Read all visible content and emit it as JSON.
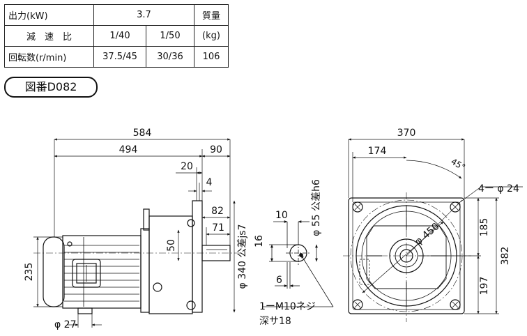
{
  "spec_table": {
    "row1": {
      "label": "出力(kW)",
      "value": "3.7",
      "mass_label": "質量"
    },
    "row2": {
      "label": "減　速　比",
      "ratio_a": "1/40",
      "ratio_b": "1/50",
      "mass_unit": "(kg)"
    },
    "row3": {
      "label": "回転数(r/min)",
      "speed_a": "37.5/45",
      "speed_b": "30/36",
      "mass_value": "106"
    }
  },
  "drawing_number": "図番D082",
  "side_view": {
    "overall_length": "584",
    "length_494": "494",
    "length_90": "90",
    "dim_20": "20",
    "dim_4": "4",
    "dim_82": "82",
    "dim_71": "71",
    "dim_50": "50",
    "height_235": "235",
    "flange_dia": "φ 340 公差js7",
    "dia_27": "φ 27"
  },
  "shaft_detail": {
    "dim_10": "10",
    "dim_16": "16",
    "dim_6": "6",
    "shaft_dia": "φ 55 公差h6",
    "tap_line1": "1ーM10ネジ",
    "tap_line2": "深サ18"
  },
  "front_view": {
    "width_370": "370",
    "width_174": "174",
    "angle": "45°",
    "holes": "4ー φ 24",
    "pcd": "φ 450",
    "upper_185": "185",
    "total_382": "382",
    "lower_197": "197"
  }
}
